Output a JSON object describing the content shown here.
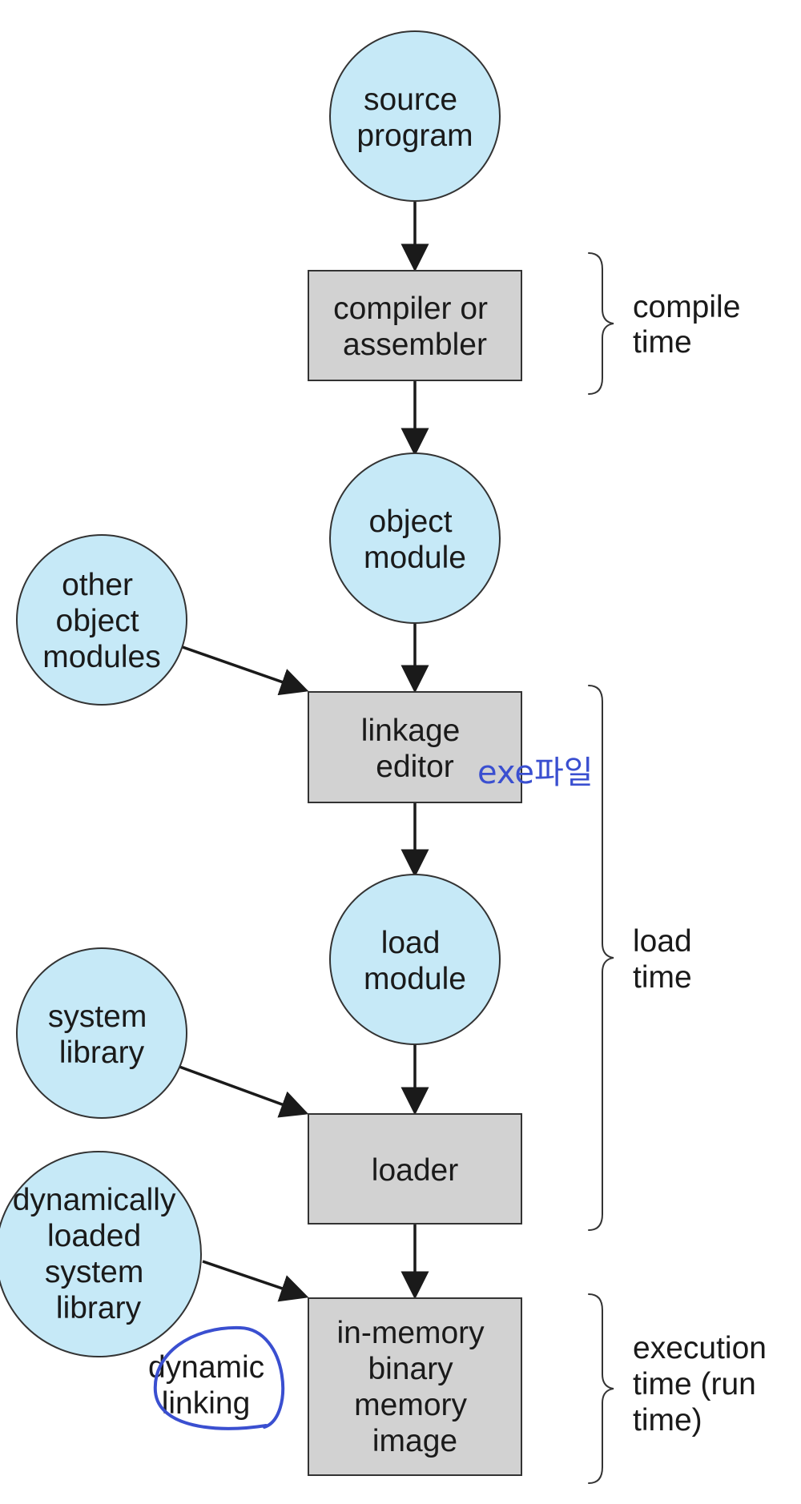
{
  "colors": {
    "circle_fill": "#c6e9f7",
    "box_fill": "#d2d2d2",
    "outline": "#333333",
    "arrow": "#1a1a1a",
    "annotation_ink": "#3a4fd0"
  },
  "nodes": {
    "source_program": [
      "source",
      "program"
    ],
    "compiler": [
      "compiler or",
      "assembler"
    ],
    "object_module": [
      "object",
      "module"
    ],
    "other_object_modules": [
      "other",
      "object",
      "modules"
    ],
    "linkage_editor": [
      "linkage",
      "editor"
    ],
    "load_module": [
      "load",
      "module"
    ],
    "system_library": [
      "system",
      "library"
    ],
    "loader": [
      "loader"
    ],
    "dynamically_loaded_library": [
      "dynamically",
      "loaded",
      "system",
      "library"
    ],
    "in_memory_image": [
      "in-memory",
      "binary",
      "memory",
      "image"
    ]
  },
  "phases": {
    "compile_time": [
      "compile",
      "time"
    ],
    "load_time": [
      "load",
      "time"
    ],
    "execution_time": [
      "execution",
      "time (run",
      "time)"
    ]
  },
  "annotations": {
    "dynamic_linking": [
      "dynamic",
      "linking"
    ],
    "exe_note": "exe파일"
  }
}
